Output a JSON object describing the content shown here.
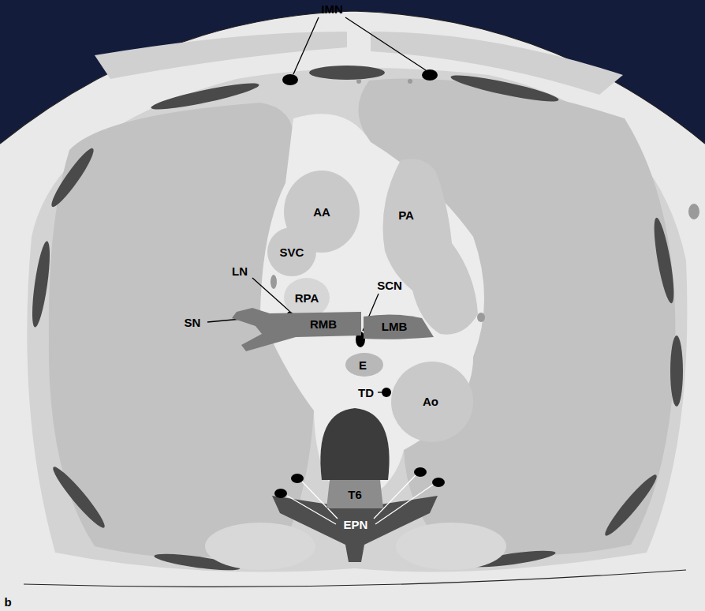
{
  "diagram": {
    "nodes": [
      {
        "text": [
          "AA"
        ]
      },
      {
        "text": [
          "PA"
        ]
      },
      {
        "text": [
          "SVC"
        ]
      },
      {
        "text": [
          "RPA"
        ]
      },
      {
        "text": [
          "RMB"
        ]
      },
      {
        "text": [
          "LMB"
        ]
      },
      {
        "text": [
          "E"
        ]
      },
      {
        "text": [
          "Ao"
        ]
      },
      {
        "text": [
          "T6"
        ]
      }
    ],
    "labels": [
      "IMN",
      "LN",
      "SN",
      "SCN",
      "TD",
      "EPN",
      "b"
    ]
  }
}
